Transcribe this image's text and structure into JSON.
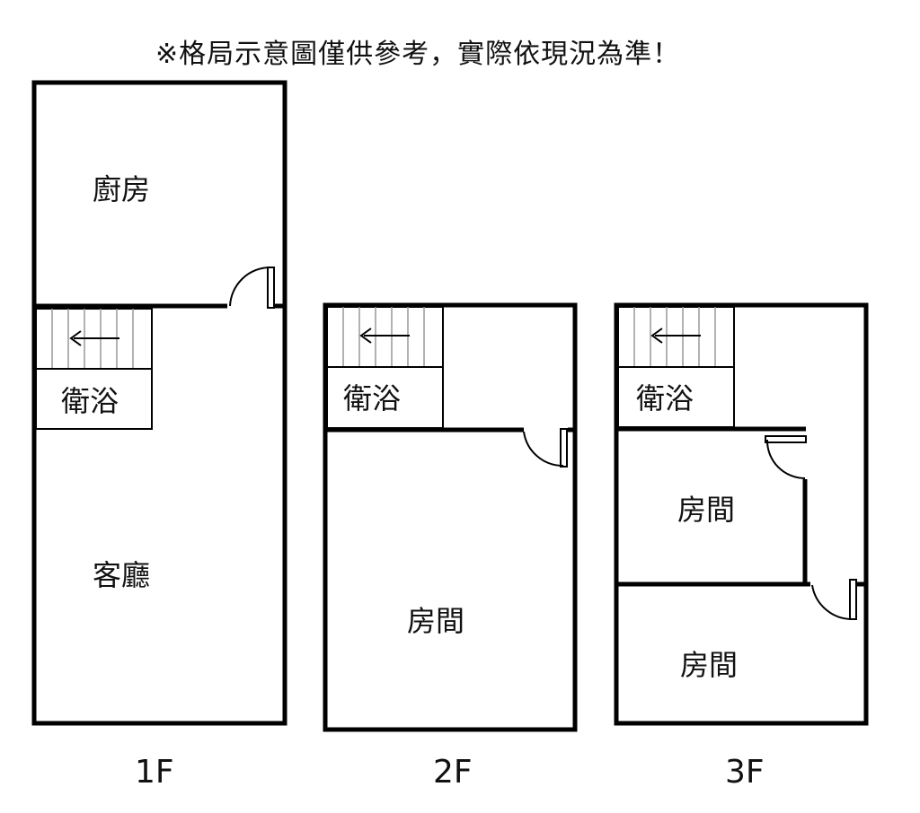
{
  "note": "※格局示意圖僅供參考，實際依現況為準！",
  "floors": [
    {
      "label": "1F",
      "rooms": {
        "kitchen": "廚房",
        "bath": "衛浴",
        "living": "客廳"
      }
    },
    {
      "label": "2F",
      "rooms": {
        "bath": "衛浴",
        "room": "房間"
      }
    },
    {
      "label": "3F",
      "rooms": {
        "bath": "衛浴",
        "room_upper": "房間",
        "room_lower": "房間"
      }
    }
  ]
}
